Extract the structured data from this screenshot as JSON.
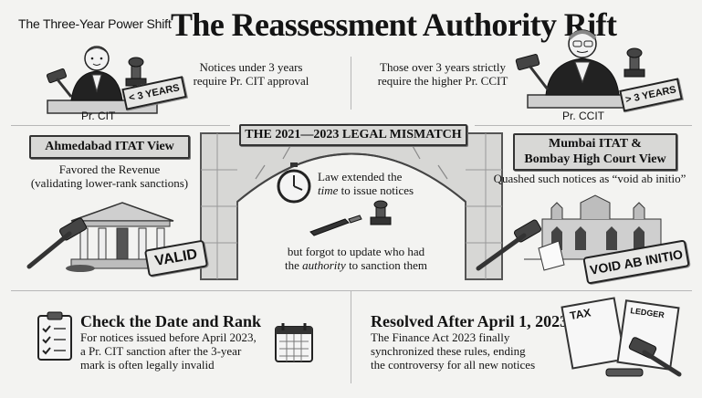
{
  "header": {
    "kicker": "The Three-Year Power Shift",
    "title": "The Reassessment Authority Rift"
  },
  "top_left": {
    "caption_line1": "Notices under 3 years",
    "caption_line2": "require Pr. CIT approval",
    "figure_label": "Pr. CIT",
    "badge": "< 3 YEARS"
  },
  "top_right": {
    "caption_line1": "Those over 3 years strictly",
    "caption_line2": "require the higher Pr. CCIT",
    "figure_label": "Pr. CCIT",
    "badge": "> 3 YEARS"
  },
  "center": {
    "banner": "THE 2021—2023 LEGAL MISMATCH",
    "time_line1": "Law extended the",
    "time_emphasis": "time",
    "time_line2_rest": " to issue notices",
    "auth_line1": "but forgot to update who had",
    "auth_prefix": "the ",
    "auth_emphasis": "authority",
    "auth_suffix": " to sanction them"
  },
  "left_view": {
    "title": "Ahmedabad ITAT View",
    "desc_line1": "Favored the Revenue",
    "desc_line2": "(validating lower-rank sanctions)",
    "stamp": "VALID"
  },
  "right_view": {
    "title_line1": "Mumbai ITAT &",
    "title_line2": "Bombay High Court View",
    "desc": "Quashed such notices as “void ab initio”",
    "stamp": "VOID AB INITIO"
  },
  "bottom_left": {
    "heading": "Check the Date and Rank",
    "line1": "For notices issued before April 2023,",
    "line2": "a Pr. CIT sanction after the 3-year",
    "line3": "mark is often legally invalid"
  },
  "bottom_right": {
    "heading": "Resolved After April 1, 2023",
    "line1": "The Finance Act 2023 finally",
    "line2": "synchronized these rules, ending",
    "line3": "the controversy for all new notices",
    "paper1": "TAX",
    "paper2": "LEDGER"
  }
}
